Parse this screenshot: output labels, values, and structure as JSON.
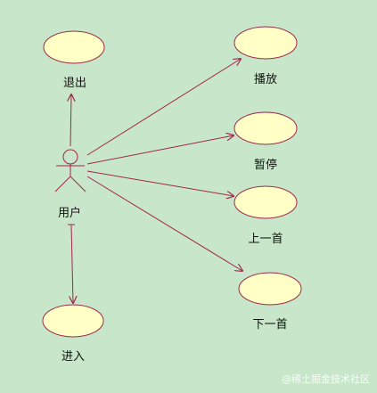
{
  "actor": {
    "label": "用户"
  },
  "use_cases": {
    "exit": "退出",
    "play": "播放",
    "pause": "暂停",
    "previous": "上一首",
    "next": "下一首",
    "enter": "进入"
  },
  "watermark": "@稀土掘金技术社区",
  "colors": {
    "background": "#c8e6c9",
    "ellipse_fill": "#ffffc6",
    "ellipse_stroke": "#a0264a",
    "line": "#a0264a"
  }
}
